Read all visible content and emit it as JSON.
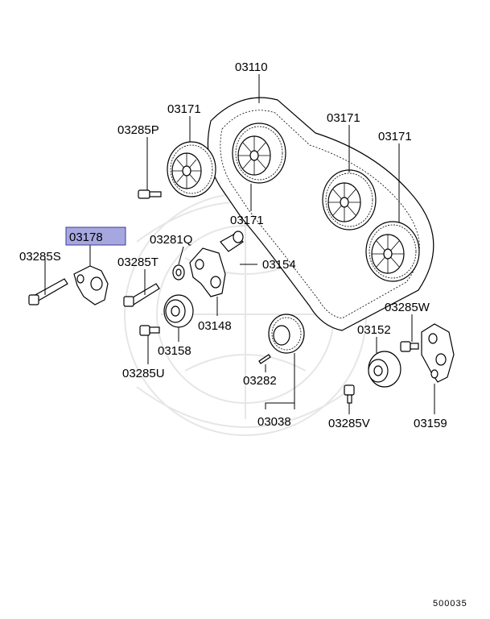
{
  "diagram": {
    "highlighted_part": "03178",
    "labels": {
      "p03110": "03110",
      "p03171_a": "03171",
      "p03171_b": "03171",
      "p03171_c": "03171",
      "p03171_d": "03171",
      "p03285P": "03285P",
      "p03178": "03178",
      "p03285S": "03285S",
      "p03281Q": "03281Q",
      "p03285T": "03285T",
      "p03154": "03154",
      "p03148": "03148",
      "p03158": "03158",
      "p03285U": "03285U",
      "p03282": "03282",
      "p03038": "03038",
      "p03285W": "03285W",
      "p03152": "03152",
      "p03285V": "03285V",
      "p03159": "03159"
    },
    "footer_code": "500035"
  },
  "colors": {
    "highlight_fill": "#a7a7e0",
    "line": "#000000",
    "watermark": "#e6e6e6"
  }
}
